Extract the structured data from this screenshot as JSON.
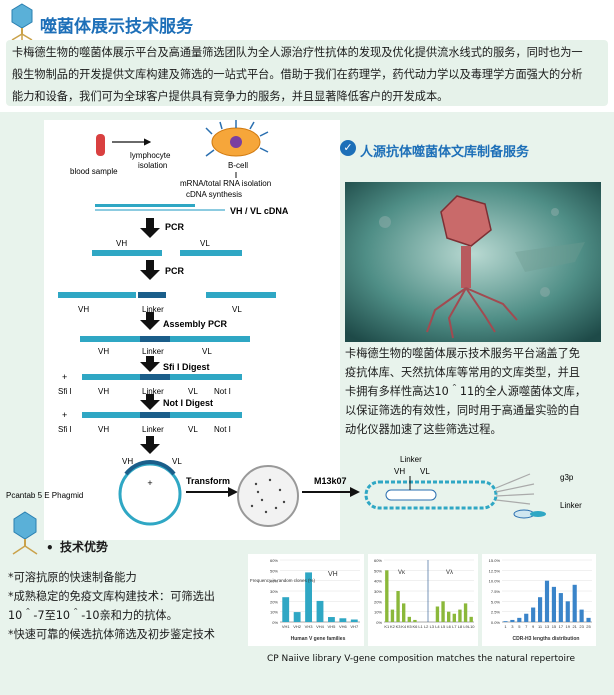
{
  "header": {
    "title": "噬菌体展示技术服务"
  },
  "intro": {
    "lines": [
      "卡梅德生物的噬菌体展示平台及高通量筛选团队为全人源治疗性抗体的发现及优化提供流水线式的服务，同时也为一",
      "般生物制品的开发提供文库构建及筛选的一站式平台。借助于我们在药理学，药代动力学以及毒理学方面强大的分析",
      "能力和设备，我们可为全球客户提供具有竞争力的服务，并且显著降低客户的开发成本。"
    ]
  },
  "workflow": {
    "blood_sample": "blood sample",
    "lymphocyte": "lymphocyte",
    "isolation": "isolation",
    "bcell": "B-cell",
    "mrna": "mRNA/total RNA isolation",
    "cdna": "cDNA synthesis",
    "vh_vl_cdna": "VH / VL cDNA",
    "pcr1": "PCR",
    "vh": "VH",
    "vl": "VL",
    "pcr2": "PCR",
    "linker": "Linker",
    "assembly": "Assembly PCR",
    "sfi_digest": "Sfi I Digest",
    "not_digest": "Not I Digest",
    "sfi": "Sfi I",
    "noti": "Not I",
    "plus": "+",
    "phagmid": "Pcantab 5 E Phagmid",
    "transform": "Transform",
    "m13": "M13k07",
    "g3p": "g3p"
  },
  "library": {
    "title": "人源抗体噬菌体文库制备服务",
    "desc_lines": [
      "卡梅德生物的噬菌体展示技术服务平台涵盖了免",
      "疫抗体库、天然抗体库等常用的文库类型，并且",
      "卡拥有多样性高达10＾11的全人源噬菌体文库，",
      "以保证筛选的有效性，同时用于高通量实验的自",
      "动化仪器加速了这些筛选过程。"
    ]
  },
  "advantages": {
    "title": "技术优势",
    "items": [
      "*可溶抗原的快速制备能力",
      "*成熟稳定的免疫文库构建技术：可筛选出",
      "10＾-7至10＾-10亲和力的抗体。",
      "*快速可靠的候选抗体筛选及初步鉴定技术"
    ]
  },
  "caption": "CP Naiive library V-gene composition matches the natural repertoire",
  "colors": {
    "title": "#1d6fb8",
    "bg": "#e8f3ec",
    "vh_bar": "#2fa7c4",
    "vl_bar": "#8bb83a",
    "cdr_bar": "#3a84c9"
  },
  "chart_data": [
    {
      "type": "bar",
      "title": "",
      "ylabel": "Frequency in random clones (%)",
      "xlabel": "Human V gene families",
      "series_label": "VH",
      "categories": [
        "VH1",
        "VH2",
        "VH3",
        "VH4",
        "VH5",
        "VH6",
        "VH7"
      ],
      "values": [
        20,
        8,
        40,
        17,
        4,
        3,
        2
      ],
      "ylim": [
        0,
        50
      ],
      "yticks": [
        "0%",
        "10%",
        "20%",
        "30%",
        "40%",
        "50%",
        "60%"
      ]
    },
    {
      "type": "bar",
      "title": "",
      "labels": [
        "Vκ",
        "Vλ"
      ],
      "categories": [
        "K1",
        "K2",
        "K3",
        "K4",
        "K5",
        "K6",
        "L1",
        "L2",
        "L3",
        "L4",
        "L5",
        "L6",
        "L7",
        "L8",
        "L9",
        "L10"
      ],
      "values": [
        50,
        12,
        30,
        18,
        5,
        2,
        0,
        0,
        0,
        15,
        20,
        10,
        8,
        12,
        18,
        5
      ],
      "ylim": [
        0,
        60
      ],
      "yticks": [
        "0%",
        "10%",
        "20%",
        "30%",
        "40%",
        "50%",
        "60%"
      ]
    },
    {
      "type": "bar",
      "title": "",
      "xlabel": "CDR-H3 lengths distribution",
      "categories": [
        "1",
        "3",
        "5",
        "7",
        "9",
        "11",
        "13",
        "15",
        "17",
        "19",
        "21",
        "23",
        "25"
      ],
      "values": [
        0.2,
        0.5,
        1,
        2,
        3.5,
        6,
        10,
        8.5,
        7,
        5,
        9,
        3,
        1
      ],
      "ylim": [
        0,
        15
      ],
      "yticks": [
        "0.0%",
        "2.5%",
        "5.0%",
        "7.5%",
        "10.0%",
        "12.5%",
        "15.0%"
      ]
    }
  ]
}
